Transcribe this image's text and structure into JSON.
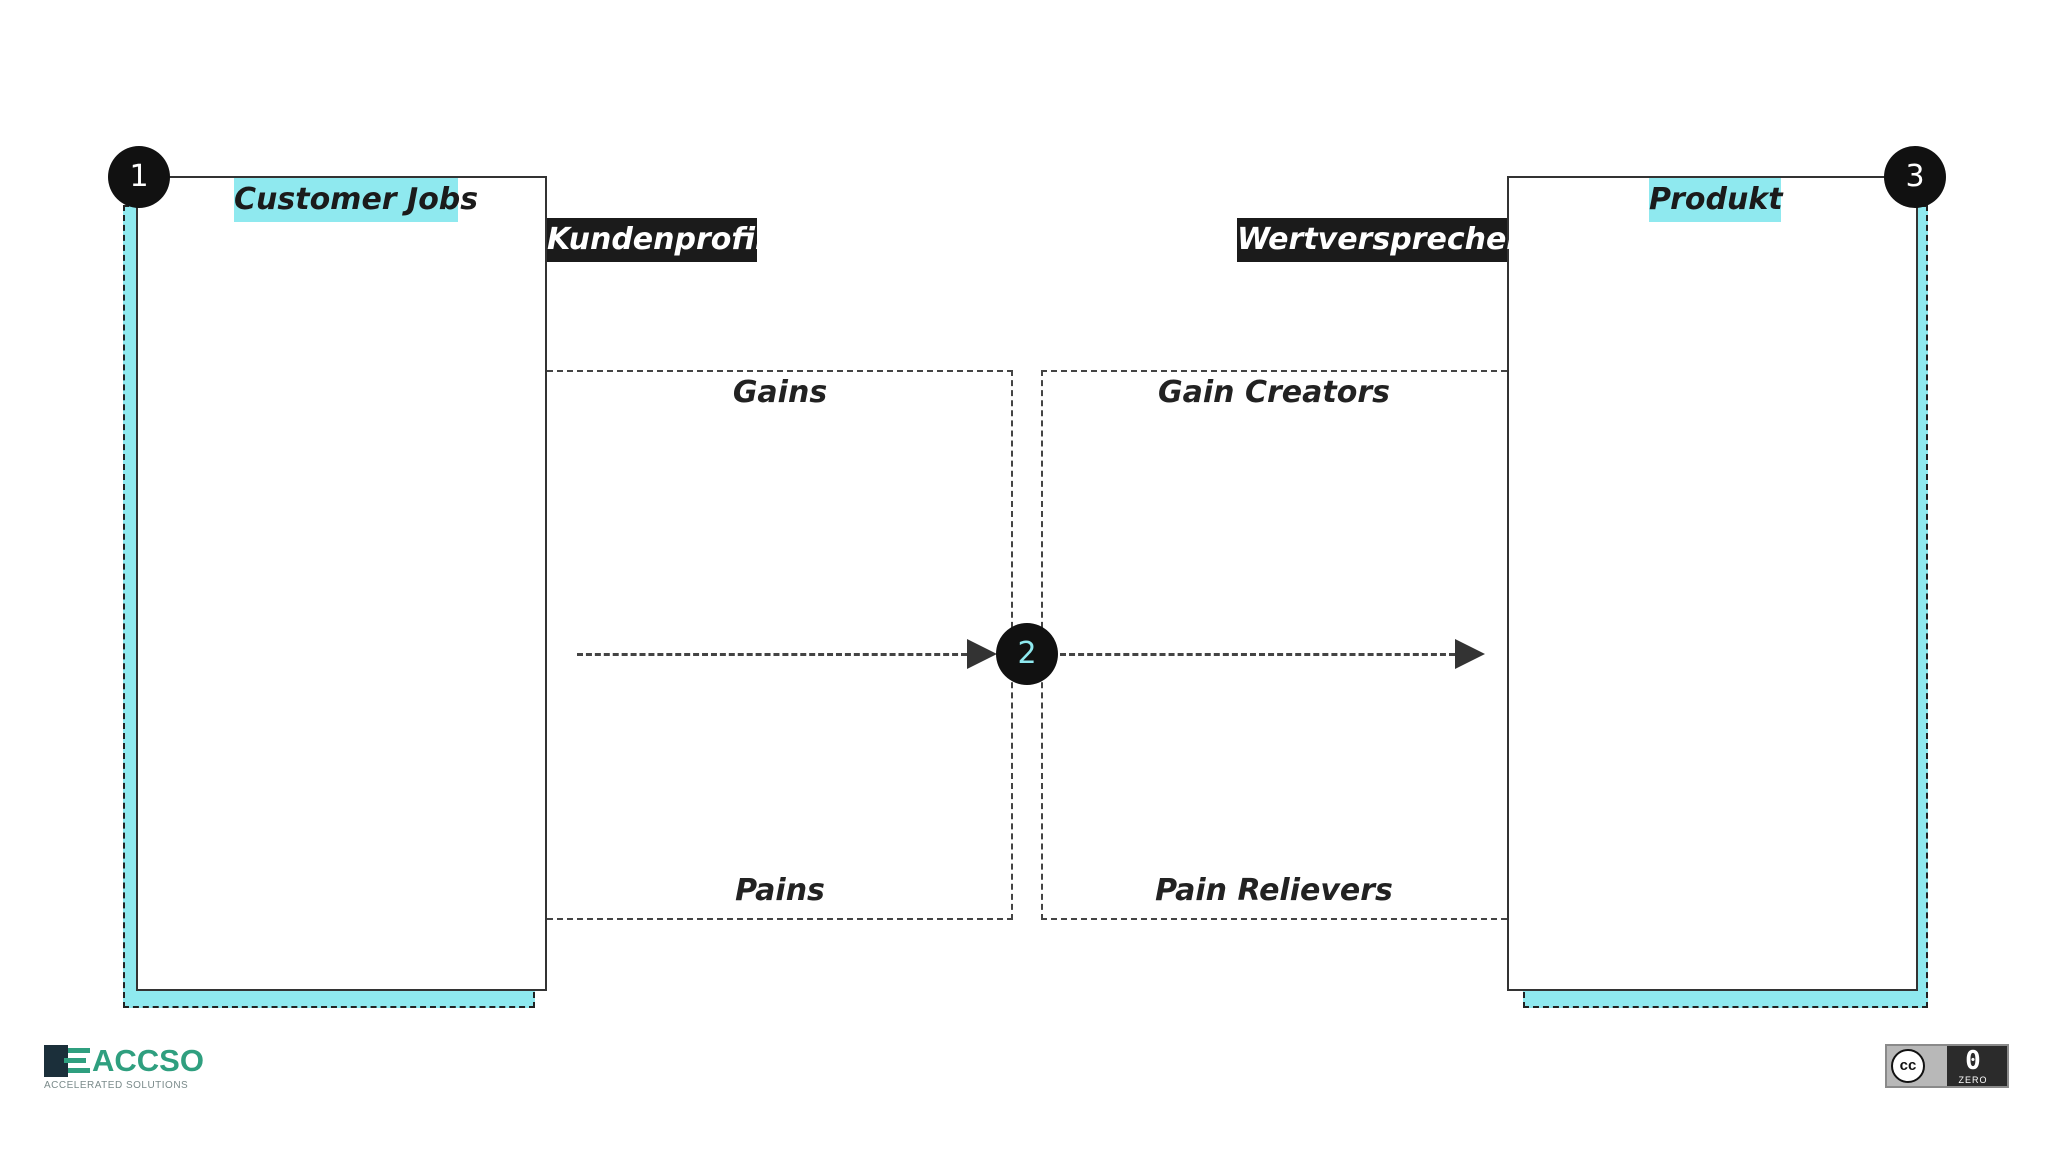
{
  "customer_jobs": {
    "label": "Customer Jobs",
    "number": "1"
  },
  "product": {
    "label": "Produkt",
    "number": "3"
  },
  "customer_profile": {
    "label": "Kundenprofil"
  },
  "value_proposition": {
    "label": "Wertversprechen"
  },
  "gains": {
    "label": "Gains"
  },
  "pains": {
    "label": "Pains"
  },
  "gain_creators": {
    "label": "Gain Creators"
  },
  "pain_relievers": {
    "label": "Pain Relievers"
  },
  "center": {
    "number": "2"
  },
  "logo": {
    "name": "ACCSO",
    "tagline": "ACCELERATED SOLUTIONS"
  },
  "license": {
    "symbol": "cc",
    "zero": "0",
    "zero_label": "ZERO"
  },
  "colors": {
    "accent": "#8fe9ef",
    "dark": "#1b1b1b",
    "logo": "#2f9f7f"
  }
}
